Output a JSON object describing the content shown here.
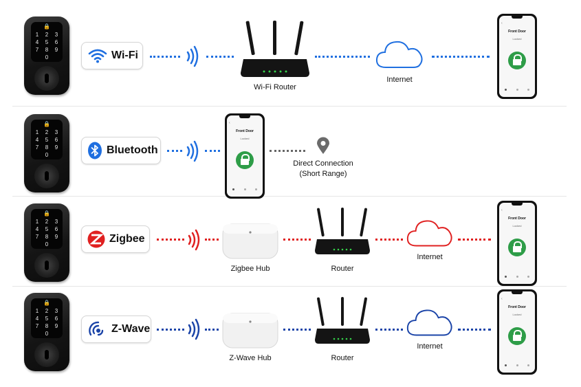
{
  "rows": [
    {
      "protocol": "Wi-Fi",
      "color": "#1f6fe0",
      "nodes": [
        "Wi-Fi Router",
        "Internet"
      ]
    },
    {
      "protocol": "Bluetooth",
      "color": "#1f6fe0",
      "nodes": [
        "Direct Connection",
        "(Short Range)"
      ]
    },
    {
      "protocol": "Zigbee",
      "color": "#e02020",
      "nodes": [
        "Zigbee Hub",
        "Router",
        "Internet"
      ]
    },
    {
      "protocol": "Z-Wave",
      "color": "#1b44a8",
      "nodes": [
        "Z-Wave Hub",
        "Router",
        "Internet"
      ]
    }
  ],
  "phone": {
    "title": "Front Door",
    "status": "Locked"
  },
  "keypad": [
    "1",
    "2",
    "3",
    "4",
    "5",
    "6",
    "7",
    "8",
    "9",
    "0"
  ],
  "icons": {
    "lock": "smart-lock-icon",
    "router": "router-icon",
    "hub": "hub-icon",
    "cloud": "cloud-icon",
    "signal": "signal-waves-icon",
    "pin": "location-pin-icon",
    "padlock": "padlock-icon"
  }
}
